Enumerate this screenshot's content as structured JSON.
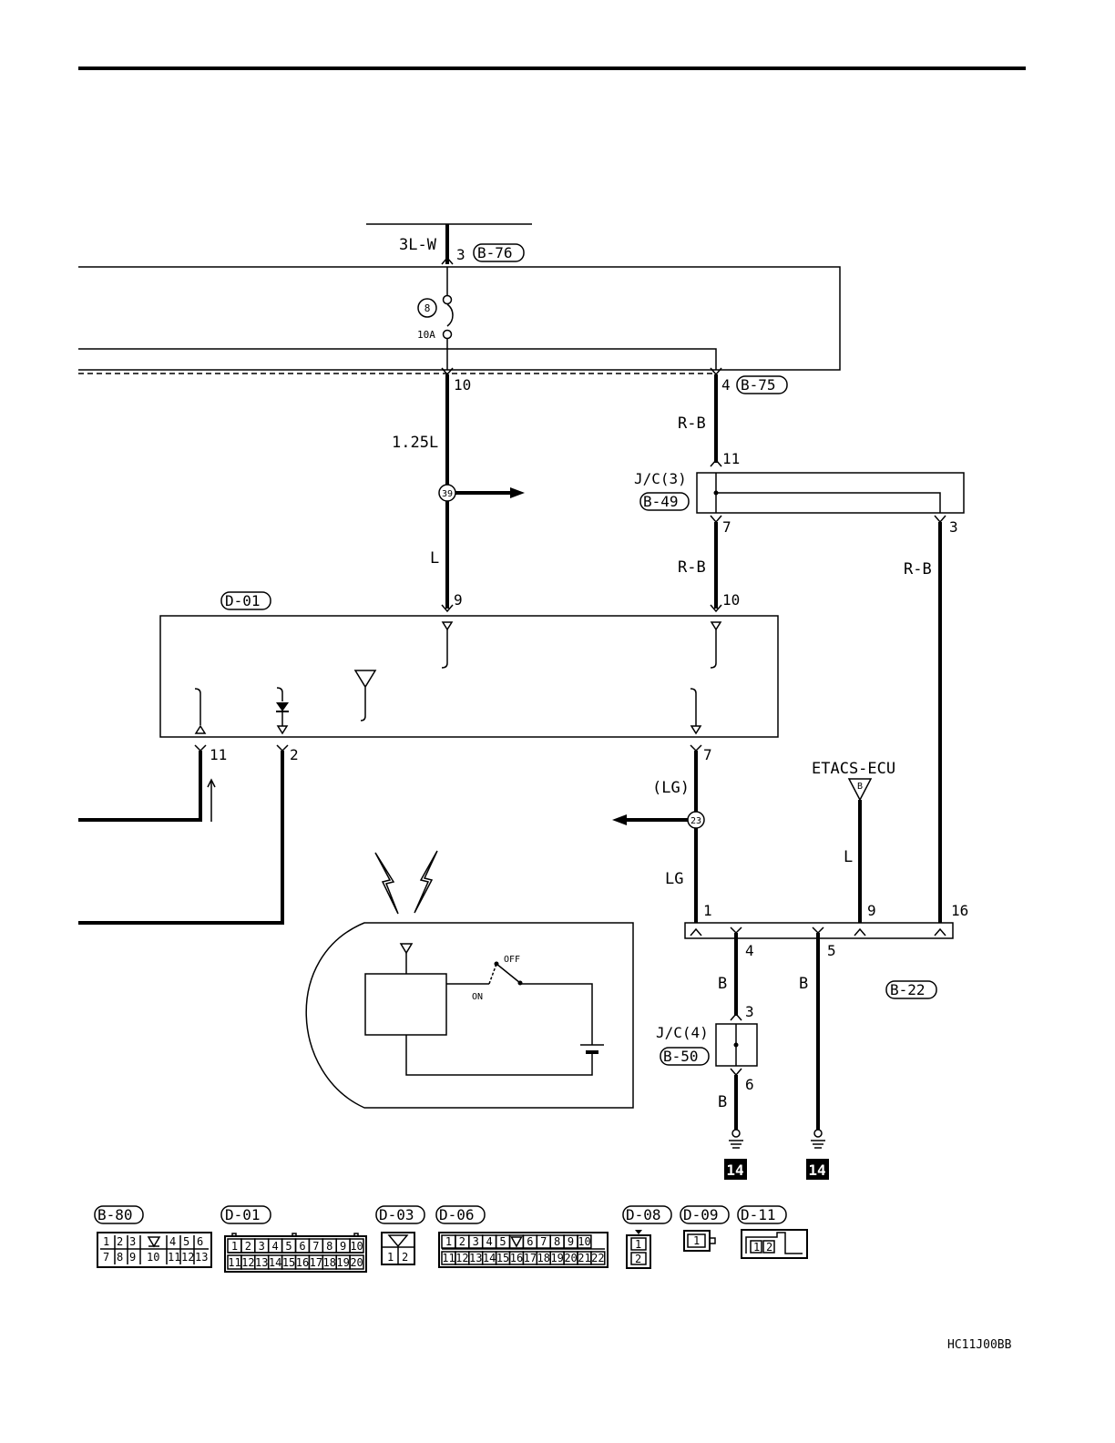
{
  "connectors": {
    "b76": "B-76",
    "b75": "B-75",
    "b49": "B-49",
    "b50": "B-50",
    "d01": "D-01",
    "b22": "B-22"
  },
  "wires": {
    "w_3lw": "3L-W",
    "w_125l": "1.25L",
    "w_l": "L",
    "w_rb_1": "R-B",
    "w_rb_2": "R-B",
    "w_rb_3": "R-B",
    "w_lg_paren": "(LG)",
    "w_lg": "LG",
    "w_l_etacs": "L",
    "w_b1": "B",
    "w_b2": "B",
    "w_b3": "B"
  },
  "pins": {
    "p3_top": "3",
    "p10_top": "10",
    "p4_top": "4",
    "p11_jc": "11",
    "p7_jc": "7",
    "p3_jc": "3",
    "p9_d01": "9",
    "p10_d01": "10",
    "p11_bot": "11",
    "p2_bot": "2",
    "p7_bot": "7",
    "p1_b22": "1",
    "p9_b22": "9",
    "p16_b22": "16",
    "p4_b22": "4",
    "p5_b22": "5",
    "p3_jc4": "3",
    "p6_jc4": "6"
  },
  "labels": {
    "fuse_num": "8",
    "fuse_rating": "10A",
    "splice_39": "39",
    "splice_23": "23",
    "jc3": "J/C(3)",
    "jc4": "J/C(4)",
    "etacs": "ETACS-ECU",
    "etacs_pin": "B",
    "switch_on": "ON",
    "switch_off": "OFF",
    "ground_1": "14",
    "ground_2": "14",
    "drawing_code": "HC11J00BB"
  },
  "connector_views": [
    {
      "id": "B-80",
      "rows": [
        [
          "1",
          "2",
          "3",
          "",
          "4",
          "5",
          "6"
        ],
        [
          "7",
          "8",
          "9",
          "10",
          "11",
          "12",
          "13"
        ]
      ]
    },
    {
      "id": "D-01",
      "rows": [
        [
          "1",
          "2",
          "3",
          "4",
          "5",
          "6",
          "7",
          "8",
          "9",
          "10"
        ],
        [
          "11",
          "12",
          "13",
          "14",
          "15",
          "16",
          "17",
          "18",
          "19",
          "20"
        ]
      ]
    },
    {
      "id": "D-03",
      "rows": [
        [
          "",
          ""
        ],
        [
          "1",
          "2"
        ]
      ]
    },
    {
      "id": "D-06",
      "rows": [
        [
          "1",
          "2",
          "3",
          "4",
          "5",
          "",
          "6",
          "7",
          "8",
          "9",
          "10"
        ],
        [
          "11",
          "12",
          "13",
          "14",
          "15",
          "16",
          "17",
          "18",
          "19",
          "20",
          "21",
          "22"
        ]
      ]
    },
    {
      "id": "D-08",
      "rows": [
        [
          "1"
        ],
        [
          "2"
        ]
      ]
    },
    {
      "id": "D-09",
      "rows": [
        [
          "1"
        ]
      ]
    },
    {
      "id": "D-11",
      "rows": [
        [
          "1",
          "2"
        ]
      ]
    }
  ]
}
